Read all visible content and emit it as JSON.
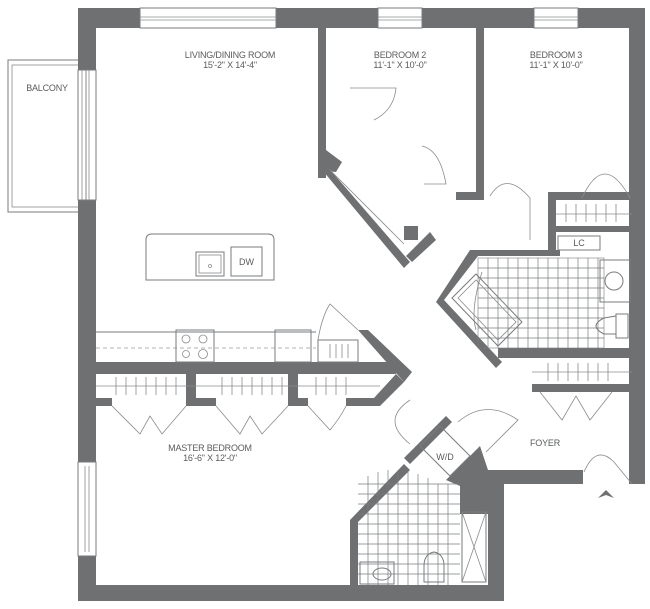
{
  "floorplan": {
    "rooms": [
      {
        "id": "living",
        "name": "LIVING/DINING ROOM",
        "dimensions": "15'-2\" X 14'-4\""
      },
      {
        "id": "bedroom2",
        "name": "BEDROOM 2",
        "dimensions": "11'-1\" X 10'-0\""
      },
      {
        "id": "bedroom3",
        "name": "BEDROOM 3",
        "dimensions": "11'-1\" X 10'-0\""
      },
      {
        "id": "master",
        "name": "MASTER BEDROOM",
        "dimensions": "16'-6\" X 12'-0\""
      },
      {
        "id": "balcony",
        "name": "BALCONY",
        "dimensions": ""
      },
      {
        "id": "foyer",
        "name": "FOYER",
        "dimensions": ""
      }
    ],
    "fixtures": {
      "dishwasher": "DW",
      "linen_closet": "LC",
      "washer_dryer": "W/D"
    },
    "colors": {
      "wall": "#6f7072",
      "line": "#7a7b7d",
      "text": "#5a5b5d",
      "background": "#ffffff"
    },
    "entry_marker": "entry-arrow"
  }
}
